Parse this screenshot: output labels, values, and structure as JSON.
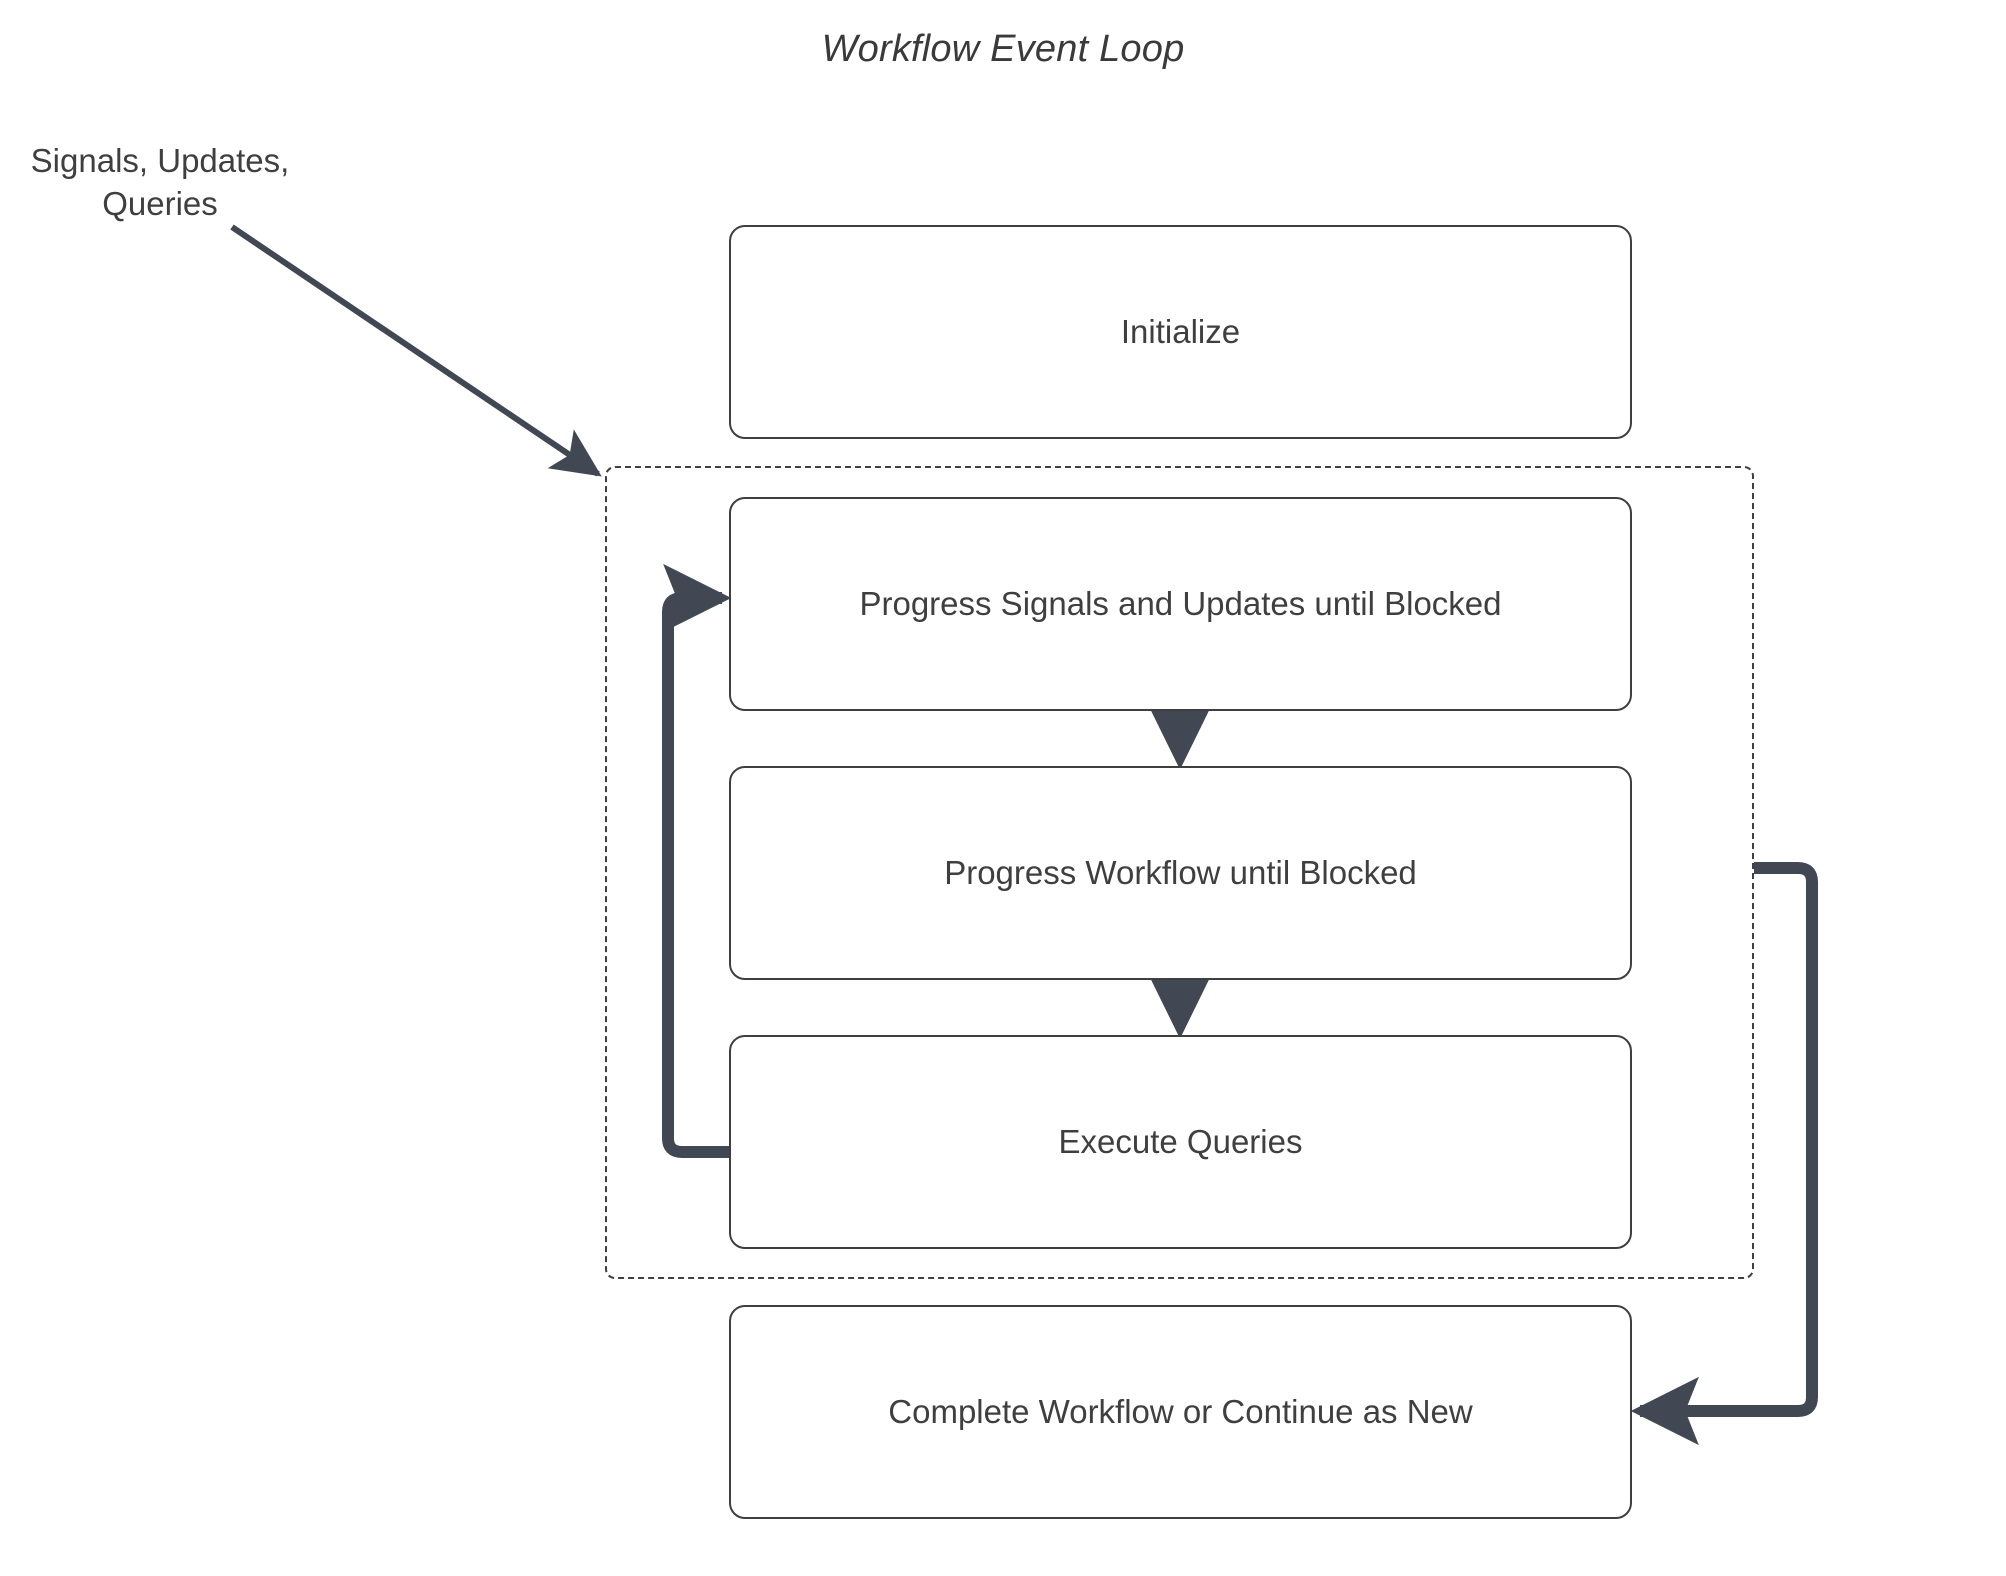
{
  "diagram": {
    "title": "Workflow Event Loop",
    "type": "flowchart",
    "external_label": {
      "line1": "Signals, Updates,",
      "line2": "Queries"
    },
    "nodes": [
      {
        "id": "initialize",
        "label": "Initialize"
      },
      {
        "id": "progress_su",
        "label": "Progress Signals and Updates until Blocked"
      },
      {
        "id": "progress_wf",
        "label": "Progress Workflow until Blocked"
      },
      {
        "id": "execute_q",
        "label": "Execute Queries"
      },
      {
        "id": "complete",
        "label": "Complete Workflow or Continue as New"
      }
    ],
    "group": {
      "id": "event_loop_group",
      "style": "dashed",
      "members": [
        "progress_su",
        "progress_wf",
        "execute_q"
      ]
    },
    "edges": [
      {
        "from": "external_input",
        "to": "event_loop_group",
        "style": "solid-thin-diagonal",
        "label": ""
      },
      {
        "from": "progress_su",
        "to": "progress_wf",
        "style": "solid-arrow-down",
        "label": ""
      },
      {
        "from": "progress_wf",
        "to": "execute_q",
        "style": "solid-arrow-down",
        "label": ""
      },
      {
        "from": "execute_q",
        "to": "progress_su",
        "style": "loop-left-arrow",
        "label": ""
      },
      {
        "from": "event_loop_group",
        "to": "complete",
        "style": "loop-right-arrow",
        "label": ""
      }
    ],
    "colors": {
      "stroke": "#3f3f3f",
      "edge": "#414854",
      "text": "#3f3f3f",
      "background": "#ffffff"
    }
  }
}
